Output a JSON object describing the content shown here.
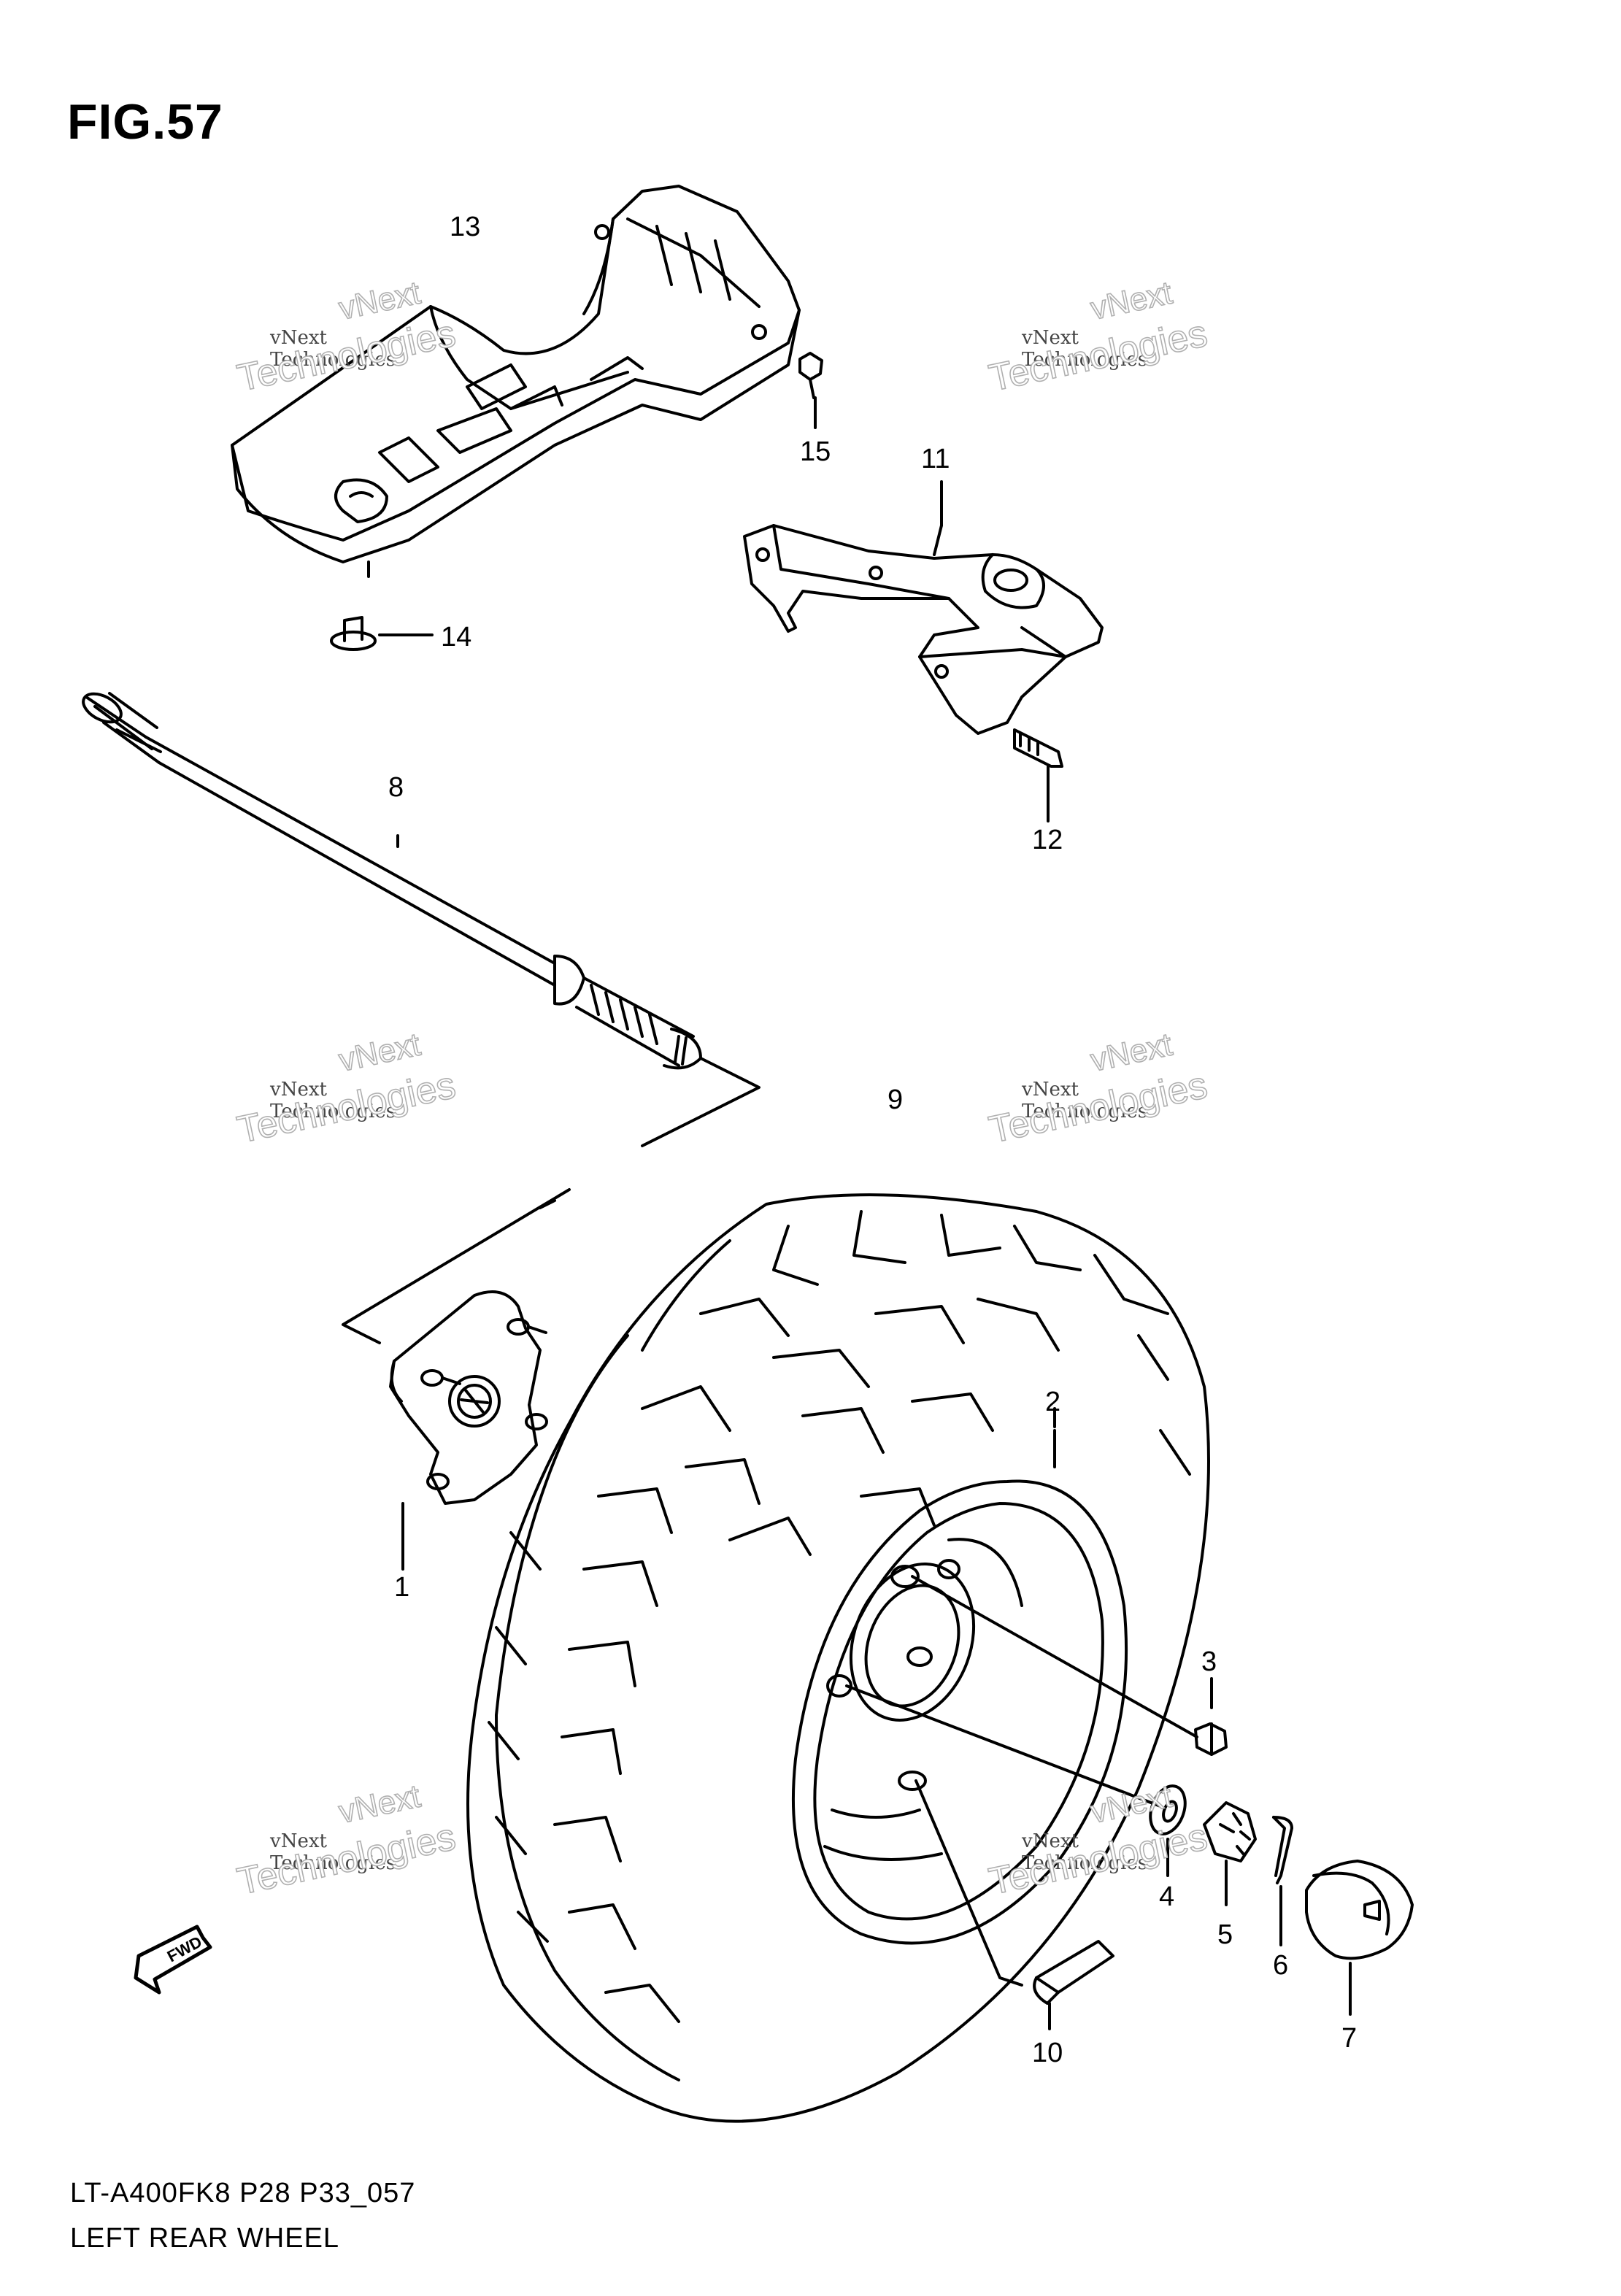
{
  "figure": {
    "title": "FIG.57",
    "model_code": "LT-A400FK8 P28 P33_057",
    "name": "LEFT REAR WHEEL"
  },
  "fwd_label": "FWD",
  "watermark": {
    "line1": "vNext",
    "line2": "vNext Technologies",
    "line3": "Technologies",
    "line4": "gies"
  },
  "callouts": {
    "p1": "1",
    "p2": "2",
    "p3": "3",
    "p4": "4",
    "p5": "5",
    "p6": "6",
    "p7": "7",
    "p8": "8",
    "p9": "9",
    "p10": "10",
    "p11": "11",
    "p12": "12",
    "p13": "13",
    "p14": "14",
    "p15": "15"
  }
}
